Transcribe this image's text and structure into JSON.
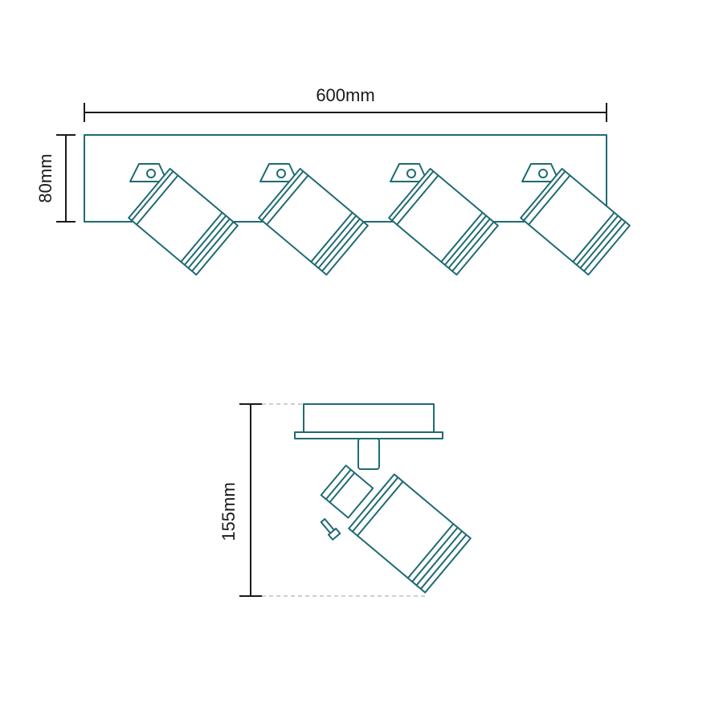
{
  "colors": {
    "line": "#1f6b73",
    "dimension": "#1a1a1a",
    "guide": "#9aa0a0"
  },
  "dimensions": {
    "width": "600mm",
    "height_bar": "80mm",
    "height_side": "155mm"
  },
  "views": {
    "front": {
      "spotlight_count": 4
    },
    "side": {
      "spotlight_count": 1
    }
  }
}
